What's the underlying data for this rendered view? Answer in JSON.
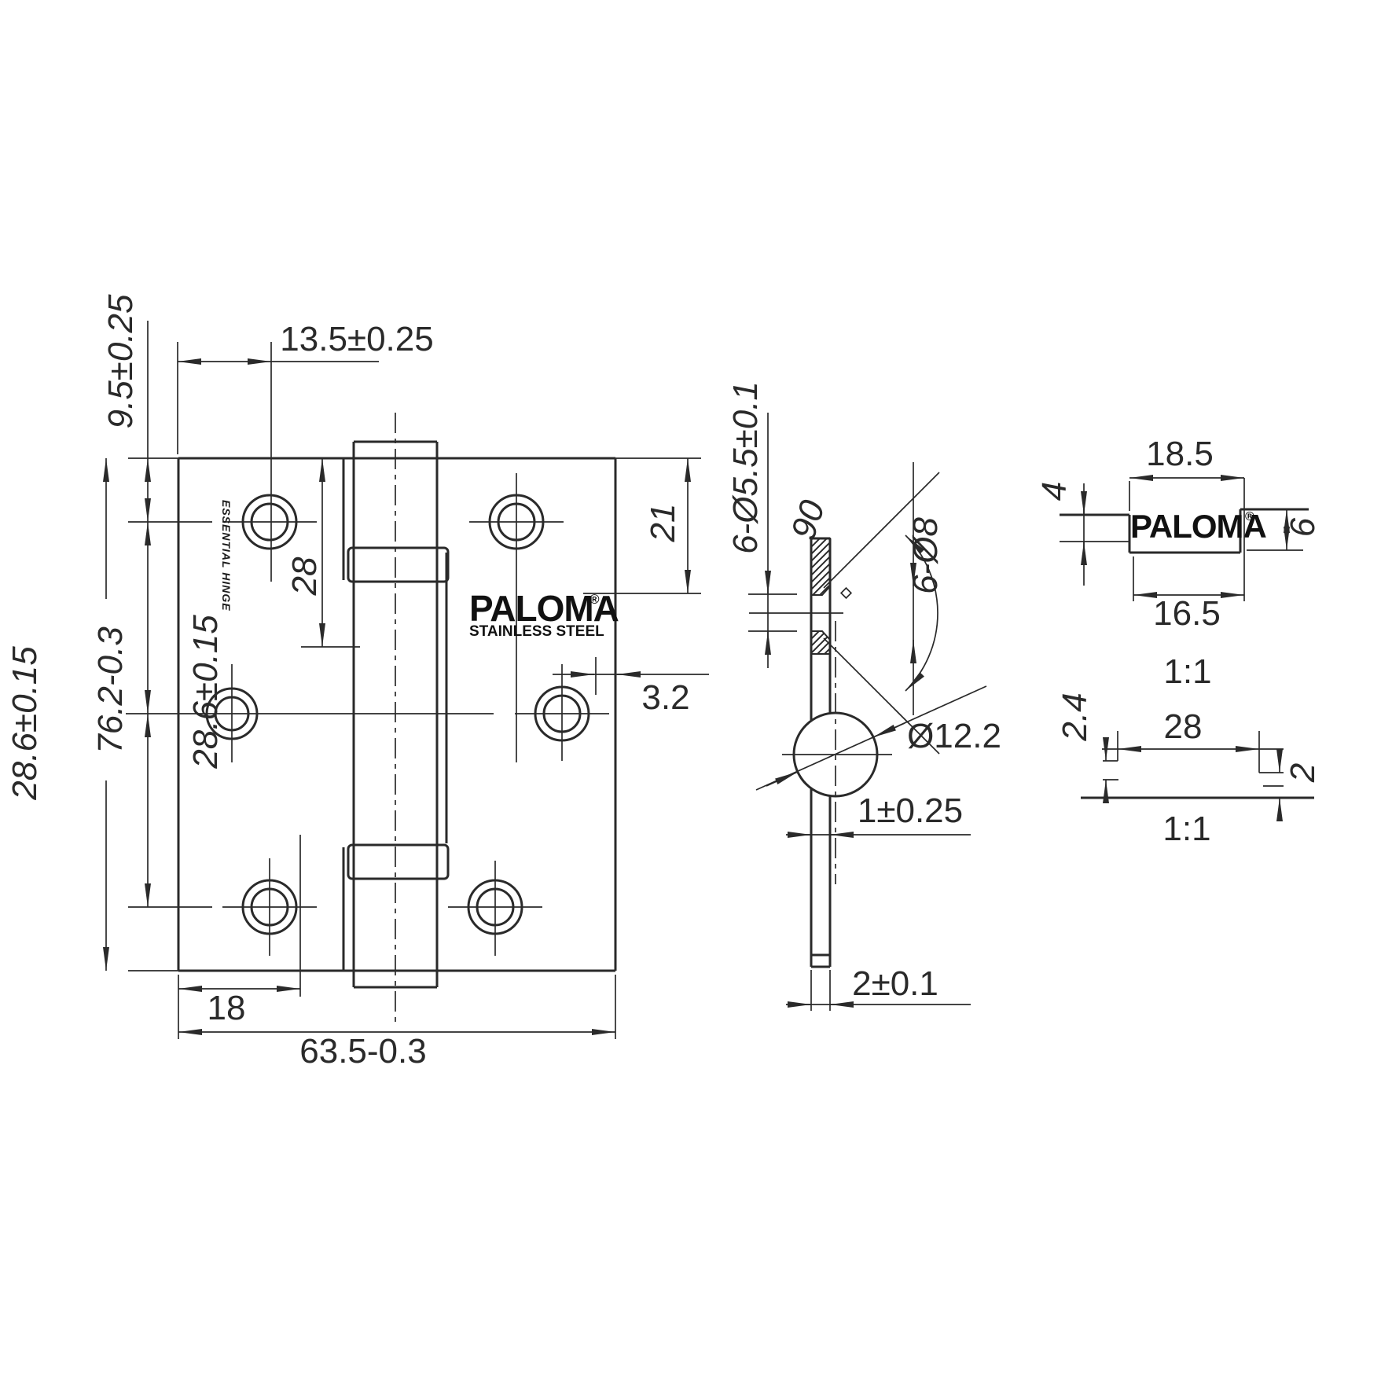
{
  "colors": {
    "line": "#2a2a2a",
    "logo": "#111111",
    "background": "#ffffff"
  },
  "front_view": {
    "brand": {
      "logo": "PALOMA",
      "registered": "®",
      "subtitle": "STAINLESS STEEL",
      "side_text": "ESSENTIAL HINGE"
    },
    "dims": {
      "hole_to_edge_h": "13.5±0.25",
      "hole_to_edge_v": "9.5±0.25",
      "hole_pitch_left": "28.6±0.15",
      "leaf_height": "76.2-0.3",
      "hole_pitch_inner": "28.6±0.15",
      "hole_span": "28",
      "logo_offset": "21",
      "edge_gap": "3.2",
      "bottom_hole_offset": "18",
      "leaf_width": "63.5-0.3"
    }
  },
  "section_view": {
    "dims": {
      "countersunk_holes": "6-Ø5.5±0.1",
      "countersink_angle": "90",
      "countersink_dia": "6-Ø8",
      "knuckle_dia": "Ø12.2",
      "leaf_gap": "1±0.25",
      "leaf_thickness": "2±0.1"
    }
  },
  "detail_logo": {
    "logo": "PALOMA",
    "registered": "®",
    "width_top": "18.5",
    "depth_left": "4",
    "depth_right": "6",
    "width_bottom": "16.5",
    "scale": "1:1"
  },
  "detail_edge": {
    "step_left": "2.4",
    "width": "28",
    "step_right": "2",
    "scale": "1:1"
  }
}
